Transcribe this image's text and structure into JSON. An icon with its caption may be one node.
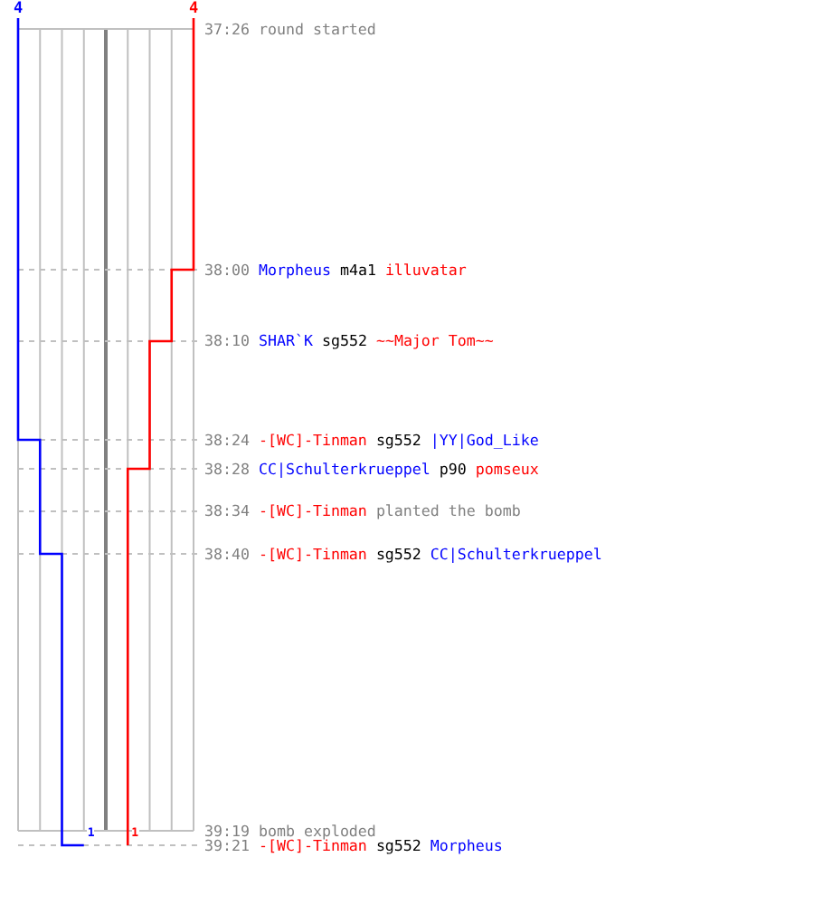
{
  "diagram": {
    "labels": [
      "4",
      "4",
      "37:26",
      "round started",
      "38:00",
      "Morpheus",
      "m4a1",
      "illuvatar",
      "38:10",
      "SHAR`K",
      "sg552",
      "~~Major Tom~~",
      "38:24",
      "-[WC]-Tinman",
      "sg552",
      "|YY|God_Like",
      "38:28",
      "CC|Schulterkrueppel",
      "p90",
      "pomseux",
      "38:34",
      "-[WC]-Tinman",
      "planted the bomb",
      "38:40",
      "-[WC]-Tinman",
      "sg552",
      "CC|Schulterkrueppel",
      "39:19",
      "bomb exploded",
      "1",
      "1",
      "39:21",
      "-[WC]-Tinman",
      "sg552",
      "Morpheus"
    ]
  }
}
